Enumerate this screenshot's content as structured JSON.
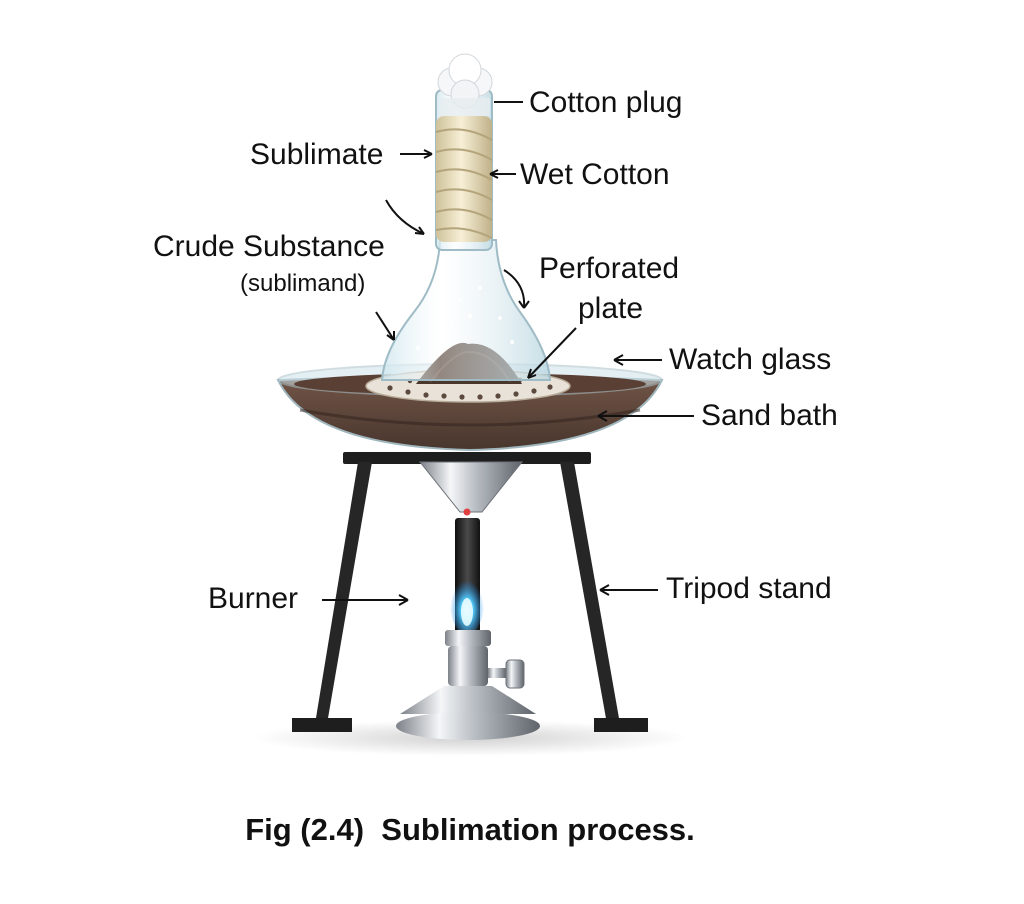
{
  "labels": {
    "cotton_plug": "Cotton plug",
    "sublimate": "Sublimate",
    "wet_cotton": "Wet Cotton",
    "crude_substance": "Crude Substance",
    "sublimand": "(sublimand)",
    "perforated_line1": "Perforated",
    "perforated_line2": "plate",
    "watch_glass": "Watch glass",
    "sand_bath": "Sand bath",
    "burner": "Burner",
    "tripod_stand": "Tripod stand"
  },
  "caption": "Fig (2.4)  Sublimation process.",
  "colors": {
    "text": "#111111",
    "sand": "#5a4034",
    "tripod": "#1e1e1e",
    "flame": "#3fb6ff",
    "cotton_wrap": "#efe5c6"
  }
}
